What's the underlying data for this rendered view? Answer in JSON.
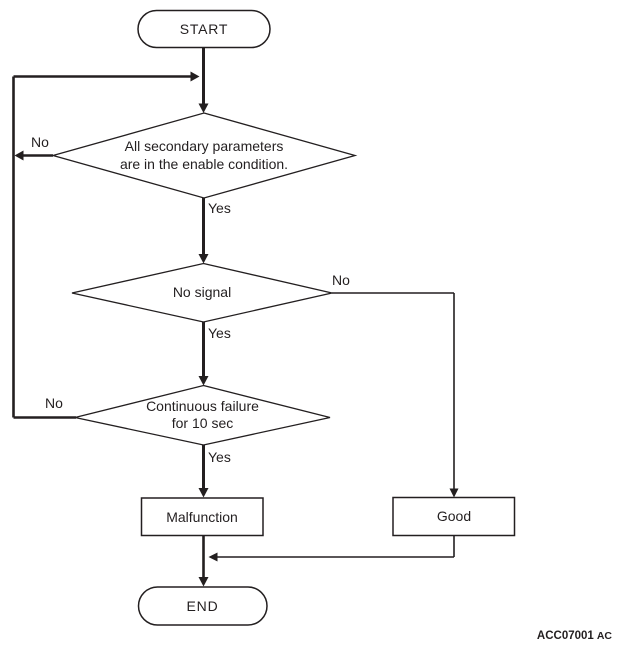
{
  "colors": {
    "line": "#231f20",
    "text": "#231f20",
    "background": "#ffffff"
  },
  "flowchart": {
    "start": {
      "label": "START"
    },
    "decisions": {
      "secondary_parameters": {
        "line1": "All secondary parameters",
        "line2": "are in the enable condition.",
        "yes_label": "Yes",
        "no_label": "No"
      },
      "no_signal": {
        "line1": "No signal",
        "yes_label": "Yes",
        "no_label": "No"
      },
      "continuous_failure": {
        "line1": "Continuous failure",
        "line2": "for 10 sec",
        "yes_label": "Yes",
        "no_label": "No"
      }
    },
    "results": {
      "malfunction": {
        "label": "Malfunction"
      },
      "good": {
        "label": "Good"
      }
    },
    "end": {
      "label": "END"
    },
    "figure_code": {
      "main": "ACC07001",
      "suffix": "AC"
    }
  }
}
